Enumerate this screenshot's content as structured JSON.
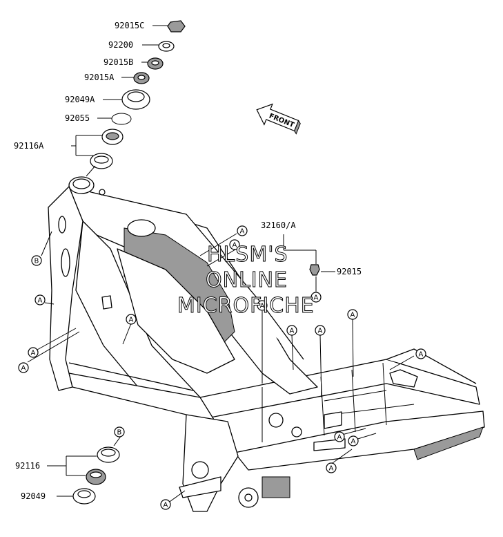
{
  "diagram": {
    "watermark": [
      "HLSM'S",
      "ONLINE",
      "MICROFICHE"
    ],
    "direction": "FRONT",
    "parts": {
      "p92015C": "92015C",
      "p92200": "92200",
      "p92015B": "92015B",
      "p92015A": "92015A",
      "p92049A": "92049A",
      "p92055": "92055",
      "p92116A": "92116A",
      "p32160A": "32160/A",
      "p92015": "92015",
      "p92116": "92116",
      "p92049": "92049"
    },
    "callouts": {
      "A": "A",
      "B": "B"
    }
  }
}
